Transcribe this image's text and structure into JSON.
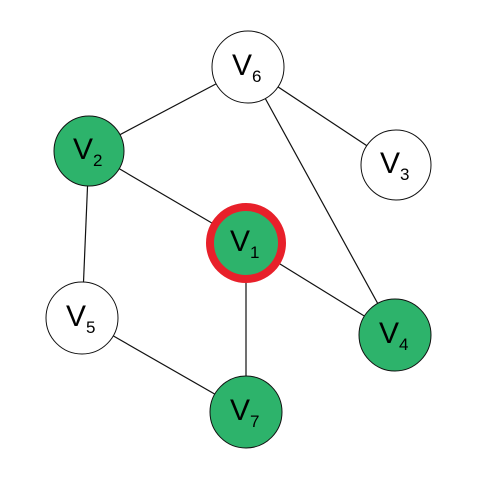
{
  "graph": {
    "colors": {
      "highlight_fill": "#2db36b",
      "plain_fill": "#ffffff",
      "outline": "#111111",
      "selected_ring": "#e8202a"
    },
    "nodes": [
      {
        "id": "v1",
        "letter": "V",
        "sub": "1",
        "state": "selected"
      },
      {
        "id": "v2",
        "letter": "V",
        "sub": "2",
        "state": "highlighted"
      },
      {
        "id": "v3",
        "letter": "V",
        "sub": "3",
        "state": "plain"
      },
      {
        "id": "v4",
        "letter": "V",
        "sub": "4",
        "state": "highlighted"
      },
      {
        "id": "v5",
        "letter": "V",
        "sub": "5",
        "state": "plain"
      },
      {
        "id": "v6",
        "letter": "V",
        "sub": "6",
        "state": "plain"
      },
      {
        "id": "v7",
        "letter": "V",
        "sub": "7",
        "state": "highlighted"
      }
    ],
    "edges": [
      [
        "v6",
        "v2"
      ],
      [
        "v6",
        "v3"
      ],
      [
        "v6",
        "v4"
      ],
      [
        "v2",
        "v1"
      ],
      [
        "v2",
        "v5"
      ],
      [
        "v1",
        "v4"
      ],
      [
        "v1",
        "v7"
      ],
      [
        "v5",
        "v7"
      ]
    ]
  }
}
